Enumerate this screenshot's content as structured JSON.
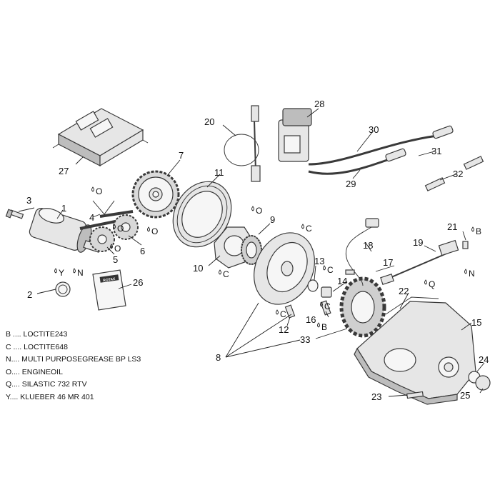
{
  "labels": [
    "1",
    "2",
    "3",
    "4",
    "5",
    "6",
    "7",
    "8",
    "9",
    "10",
    "11",
    "12",
    "13",
    "14",
    "15",
    "16",
    "17",
    "18",
    "19",
    "20",
    "21",
    "22",
    "23",
    "24",
    "25",
    "26",
    "27",
    "28",
    "29",
    "30",
    "31",
    "32",
    "33"
  ],
  "symbols": [
    "O",
    "O",
    "O",
    "O",
    "O",
    "Y",
    "N",
    "C",
    "C",
    "C",
    "C",
    "C",
    "B",
    "B",
    "N",
    "Q"
  ],
  "badge_text": "ROTAX",
  "legend": [
    {
      "code": "B",
      "text": "B .... LOCTITE243"
    },
    {
      "code": "C",
      "text": "C .... LOCTITE648"
    },
    {
      "code": "N",
      "text": "N.... MULTI PURPOSEGREASE BP LS3"
    },
    {
      "code": "O",
      "text": "O.... ENGINEOIL"
    },
    {
      "code": "Q",
      "text": "Q.... SILASTIC 732 RTV"
    },
    {
      "code": "Y",
      "text": "Y.... KLUEBER 46 MR 401"
    }
  ]
}
